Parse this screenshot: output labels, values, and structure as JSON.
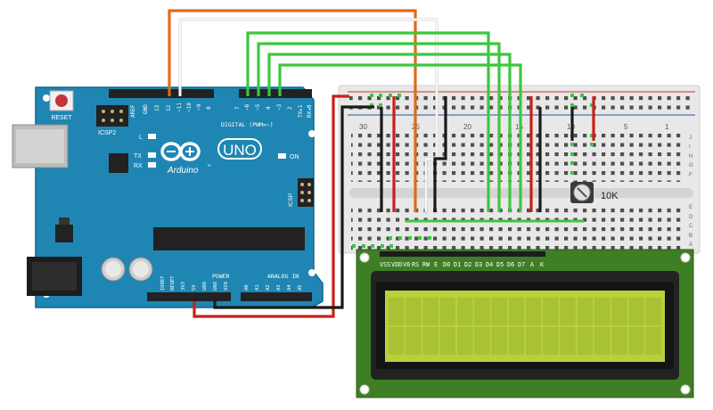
{
  "arduino": {
    "reset_label": "RESET",
    "icsp2_label": "ICSP2",
    "icsp_label": "ICSP",
    "brand_label": "Arduino",
    "model_label": "UNO",
    "trademark": "™",
    "led_l": "L",
    "led_tx": "TX",
    "led_rx": "RX",
    "led_on": "ON",
    "digital_header": "DIGITAL (PWM=~)",
    "power_header": "POWER",
    "analog_header": "ANALOG IN",
    "digital_pins": [
      "AREF",
      "GND",
      "13",
      "12",
      "~11",
      "~10",
      "~9",
      "8",
      "7",
      "~6",
      "~5",
      "4",
      "~3",
      "2",
      "TX▸1",
      "RX◂0"
    ],
    "power_pins": [
      "IOREF",
      "RESET",
      "3V3",
      "5V",
      "GND",
      "GND",
      "VIN"
    ],
    "analog_pins": [
      "A0",
      "A1",
      "A2",
      "A3",
      "A4",
      "A5"
    ]
  },
  "breadboard": {
    "col_30": "30",
    "col_25": "25",
    "col_20": "20",
    "col_15": "15",
    "col_10": "10",
    "col_5": "5",
    "col_1": "1",
    "rows_top": [
      "J",
      "I",
      "H",
      "G",
      "F"
    ],
    "rows_bottom": [
      "E",
      "D",
      "C",
      "B",
      "A"
    ]
  },
  "potentiometer": {
    "label": "10K"
  },
  "lcd": {
    "pins": [
      "VSS",
      "VDD",
      "V0",
      "RS",
      "RW",
      "E",
      "D0",
      "D1",
      "D2",
      "D3",
      "D4",
      "D5",
      "D6",
      "D7",
      "A",
      "K"
    ],
    "columns": 16,
    "rows": 2
  },
  "colors": {
    "board": "#1f86b3",
    "wire_orange": "#e06a1a",
    "wire_white": "#e6e6e6",
    "wire_green": "#3ec63e",
    "wire_red": "#c8201a",
    "wire_black": "#1a1a1a",
    "lcd_pcb": "#3e7f25",
    "lcd_screen": "#b6d13c"
  }
}
